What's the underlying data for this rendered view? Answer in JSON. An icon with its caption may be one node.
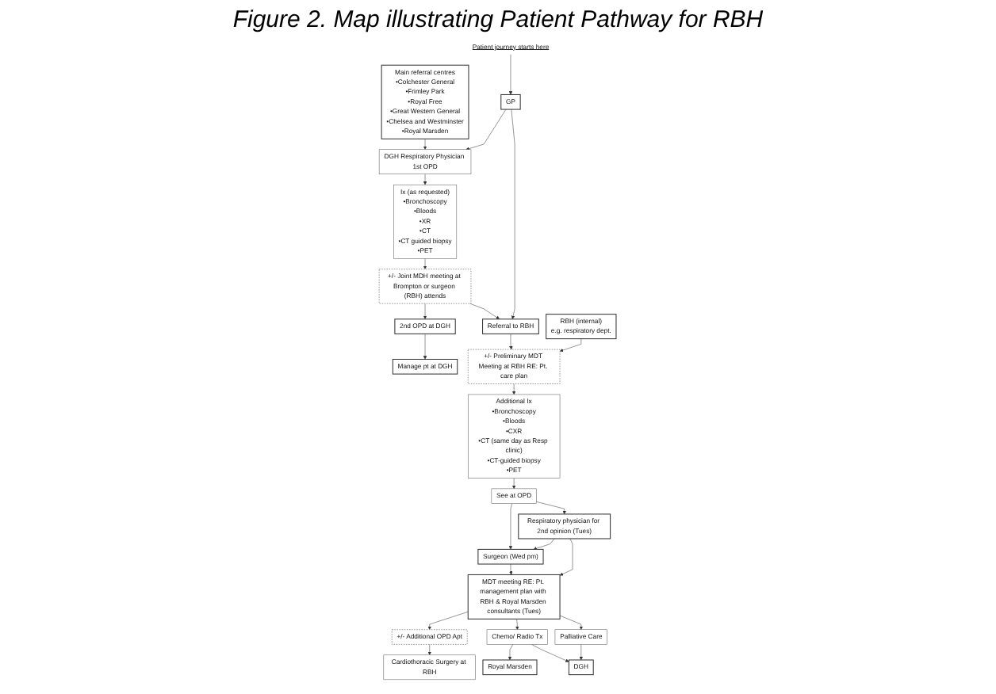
{
  "diagram": {
    "title": "Figure 2. Map illustrating Patient Pathway for RBH",
    "nodes": [
      {
        "text": [
          "Main referral centres",
          "•Colchester General",
          "•Frimley Park",
          "•Royal Free",
          "•Great Western General",
          "•Chelsea and Westminster",
          "•Royal Marsden"
        ]
      },
      {
        "text": [
          "DGH Respiratory Physician 1st OPD"
        ]
      },
      {
        "text": [
          "Ix (as requested)",
          "•Bronchoscopy",
          "•Bloods",
          "•XR",
          "•CT",
          "•CT guided biopsy",
          "•PET"
        ]
      },
      {
        "text": [
          "GP"
        ]
      },
      {
        "text": [
          "Patient journey starts here"
        ]
      },
      {
        "text": [
          "+/- Joint MDH meeting at Brompton or surgeon (RBH) attends"
        ]
      },
      {
        "text": [
          "2nd OPD at DGH"
        ]
      },
      {
        "text": [
          "Manage pt at DGH"
        ]
      },
      {
        "text": [
          "Referral to RBH"
        ]
      },
      {
        "text": [
          "RBH (internal)",
          "e.g. respiratory dept."
        ]
      },
      {
        "text": [
          "+/- Preliminary MDT Meeting at RBH RE: Pt. care plan"
        ]
      },
      {
        "text": [
          "Additional Ix",
          "•Bronchoscopy",
          "•Bloods",
          "•CXR",
          "•CT (same day as Resp clinic)",
          "•CT-guided biopsy",
          "•PET"
        ]
      },
      {
        "text": [
          "See at OPD"
        ]
      },
      {
        "text": [
          "Surgeon (Wed pm)"
        ]
      },
      {
        "text": [
          "Respiratory physician for 2nd opinion (Tues)"
        ]
      },
      {
        "text": [
          "MDT meeting RE: Pt. management plan with RBH & Royal Marsden consultants (Tues)"
        ]
      },
      {
        "text": [
          "+/- Additional OPD Apt"
        ]
      },
      {
        "text": [
          "Cardiothoracic Surgery at RBH"
        ]
      },
      {
        "text": [
          "Chemo/ Radio Tx"
        ]
      },
      {
        "text": [
          "Royal Marsden"
        ]
      },
      {
        "text": [
          "Palliative Care"
        ]
      },
      {
        "text": [
          "DGH"
        ]
      }
    ],
    "edges": [
      {
        "from": 0,
        "to": 1,
        "arrow": "to"
      },
      {
        "from": 3,
        "to": 1,
        "arrow": "to"
      },
      {
        "from": 4,
        "to": 3,
        "arrow": "to"
      },
      {
        "from": 1,
        "to": 2,
        "arrow": "to"
      },
      {
        "from": 2,
        "to": 5,
        "arrow": "to"
      },
      {
        "from": 5,
        "to": 6,
        "arrow": "to"
      },
      {
        "from": 6,
        "to": 7,
        "arrow": "to"
      },
      {
        "from": 5,
        "to": 8,
        "arrow": "to"
      },
      {
        "from": 3,
        "to": 8,
        "arrow": "to"
      },
      {
        "from": 8,
        "to": 10,
        "arrow": "to"
      },
      {
        "from": 9,
        "to": 10,
        "arrow": "to"
      },
      {
        "from": 10,
        "to": 11,
        "arrow": "to"
      },
      {
        "from": 11,
        "to": 12,
        "arrow": "to"
      },
      {
        "from": 12,
        "to": 13,
        "arrow": "to"
      },
      {
        "from": 12,
        "to": 14,
        "arrow": "to"
      },
      {
        "from": 14,
        "to": 13,
        "arrow": "to"
      },
      {
        "from": 13,
        "to": 15,
        "arrow": "to"
      },
      {
        "from": 14,
        "to": 15,
        "arrow": "to"
      },
      {
        "from": 15,
        "to": 16,
        "arrow": "to"
      },
      {
        "from": 15,
        "to": 18,
        "arrow": "to"
      },
      {
        "from": 15,
        "to": 20,
        "arrow": "to"
      },
      {
        "from": 16,
        "to": 17,
        "arrow": "to"
      },
      {
        "from": 18,
        "to": 19,
        "arrow": "to"
      },
      {
        "from": 20,
        "to": 21,
        "arrow": "to"
      },
      {
        "from": 18,
        "to": 21,
        "arrow": "to"
      }
    ]
  }
}
